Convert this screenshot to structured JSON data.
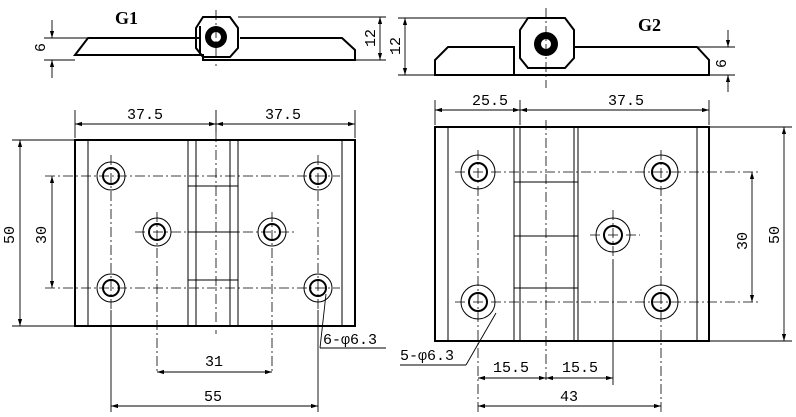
{
  "views": {
    "g1": {
      "title": "G1",
      "dims": {
        "side_thickness": "6",
        "side_height": "12",
        "left_width": "37.5",
        "right_width": "37.5",
        "height": "50",
        "hole_pitch_vertical": "30",
        "hole_pitch_horizontal": "31",
        "outer_hole_span": "55",
        "hole_callout": "6-φ6.3"
      }
    },
    "g2": {
      "title": "G2",
      "dims": {
        "side_height": "12",
        "side_thickness": "6",
        "left_width": "25.5",
        "right_width": "37.5",
        "hole_pitch_vertical": "30",
        "height": "50",
        "hole_callout": "5-φ6.3",
        "left_offset": "15.5",
        "right_offset": "15.5",
        "outer_hole_span": "43"
      }
    }
  }
}
